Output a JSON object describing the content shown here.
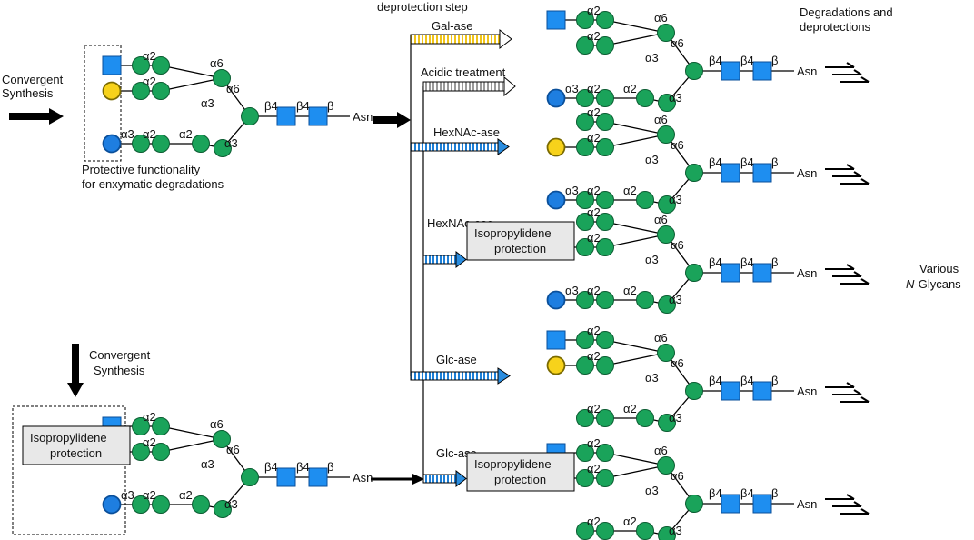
{
  "labels": {
    "convergent_1": [
      "Convergent",
      "Synthesis"
    ],
    "convergent_2": [
      "Convergent",
      "Synthesis"
    ],
    "protective_note": [
      "Protective functionality",
      "for enxymatic degradations"
    ],
    "isopropylidene": [
      "Isopropylidene",
      "protection"
    ],
    "deprotection_step": "deprotection step",
    "enzymes": [
      "Gal-ase",
      "Acidic treatment",
      "HexNAc-ase",
      "HexNAc-ase",
      "Glc-ase",
      "Glc-ase"
    ],
    "degradations": [
      "Degradations and",
      "deprotections"
    ],
    "various_prefix": "Various",
    "various_italic": "N",
    "various_suffix": "-Glycans",
    "asn": "Asn"
  },
  "linkages": {
    "a2": "α2",
    "a3": "α3",
    "a6": "α6",
    "b": "β",
    "b4": "β4"
  },
  "colors": {
    "mannose": "#1aa35a",
    "glcnac": "#1e8ef0",
    "galactose": "#f7d21b",
    "glucose": "#1e7ee0",
    "isopropylidene_ring": "#d9301b",
    "box_fill": "#e8e8e8",
    "arrow_gal": "#f5cf33",
    "arrow_acid": "#b5b5b5",
    "arrow_hexnac": "#2a8de0"
  },
  "glycans": {
    "left_top": {
      "arm_top": "square",
      "arm_mid": "yellow",
      "arm_bot": "blue",
      "protected": false
    },
    "left_bottom": {
      "arm_top": "square",
      "arm_mid": "red",
      "arm_bot": "blue",
      "protected": true
    },
    "right": [
      {
        "arm_top": "square",
        "arm_mid": "none",
        "arm_bot": "blue",
        "protected": false
      },
      {
        "arm_top": "none",
        "arm_mid": "yellow",
        "arm_bot": "blue",
        "protected": false
      },
      {
        "arm_top": "none",
        "arm_mid": "red",
        "arm_bot": "blue",
        "protected": true
      },
      {
        "arm_top": "square",
        "arm_mid": "yellow",
        "arm_bot": "none",
        "protected": false
      },
      {
        "arm_top": "square",
        "arm_mid": "red",
        "arm_bot": "none",
        "protected": true
      }
    ]
  }
}
